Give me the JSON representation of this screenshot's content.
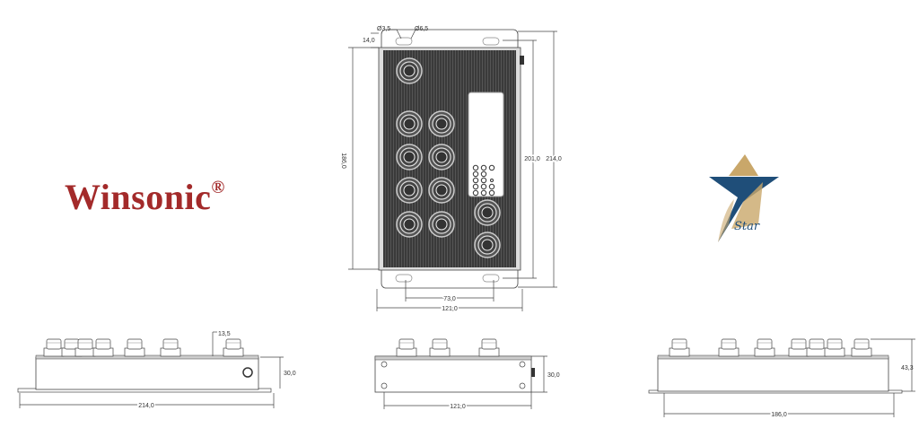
{
  "logos": {
    "left": {
      "text": "Winsonic",
      "mark": "®",
      "color": "#a32a2a"
    },
    "right": {
      "text": "Star",
      "colors": {
        "gold": "#c9a76a",
        "blue": "#1f4e79"
      }
    }
  },
  "top_view": {
    "dimensions": {
      "hole_small": "Ø3,5",
      "hole_large": "Ø6,5",
      "flange": "14,0",
      "body_height": "186,0",
      "hole_spacing_vertical": "201,0",
      "total_height": "214,0",
      "hole_spacing_horizontal": "73,0",
      "width": "121,0"
    }
  },
  "side_views": {
    "left": {
      "connector_height": "13,5",
      "height": "30,0",
      "length": "214,0"
    },
    "middle": {
      "height": "30,0",
      "width": "121,0"
    },
    "right": {
      "total_height": "43,3",
      "length": "186,0"
    }
  }
}
